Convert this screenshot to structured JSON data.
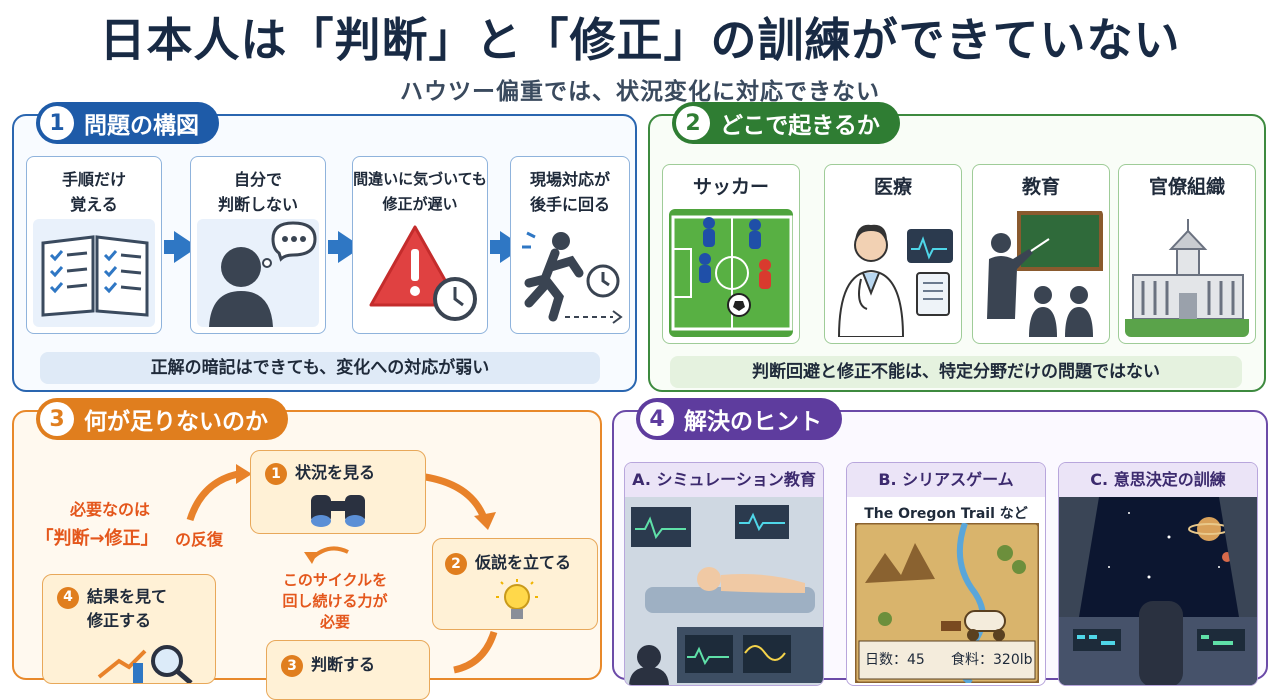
{
  "header": {
    "title": "日本人は「判断」と「修正」の訓練ができていない",
    "subtitle": "ハウツー偏重では、状況変化に対応できない"
  },
  "section1": {
    "number": "1",
    "title": "問題の構図",
    "cards": [
      {
        "label_line1": "手順だけ",
        "label_line2": "覚える",
        "icon": "book-checklist-icon"
      },
      {
        "label_line1": "自分で",
        "label_line2": "判断しない",
        "icon": "thinking-person-icon"
      },
      {
        "label_line1": "間違いに気づいても",
        "label_line2": "修正が遅い",
        "icon": "warning-clock-icon"
      },
      {
        "label_line1": "現場対応が",
        "label_line2": "後手に回る",
        "icon": "running-person-clock-icon"
      }
    ],
    "banner": "正解の暗記はできても、変化への対応が弱い"
  },
  "section2": {
    "number": "2",
    "title": "どこで起きるか",
    "cards": [
      {
        "label": "サッカー",
        "icon": "soccer-field-icon"
      },
      {
        "label": "医療",
        "icon": "doctor-icon"
      },
      {
        "label": "教育",
        "icon": "teacher-blackboard-icon"
      },
      {
        "label": "官僚組織",
        "icon": "government-building-icon"
      }
    ],
    "banner": "判断回避と修正不能は、特定分野だけの問題ではない"
  },
  "section3": {
    "number": "3",
    "title": "何が足りないのか",
    "need_line1": "必要なのは",
    "need_line2": "「判断→修正」",
    "need_line3": "の反復",
    "center_line1": "このサイクルを",
    "center_line2": "回し続ける力が",
    "center_line3": "必要",
    "steps": [
      {
        "num": "1",
        "label": "状況を見る",
        "icon": "binoculars-icon"
      },
      {
        "num": "2",
        "label": "仮説を立てる",
        "icon": "lightbulb-icon"
      },
      {
        "num": "3",
        "label": "判断する",
        "icon": "decision-icon"
      },
      {
        "num": "4",
        "label_line1": "結果を見て",
        "label_line2": "修正する",
        "icon": "chart-magnifier-icon"
      }
    ]
  },
  "section4": {
    "number": "4",
    "title": "解決のヒント",
    "cards": [
      {
        "label": "A. シミュレーション教育",
        "icon": "medical-simulation-icon"
      },
      {
        "label": "B. シリアスゲーム",
        "caption": "The Oregon Trail など",
        "stat1": "日数：45",
        "stat2": "食料：320lb",
        "icon": "oregon-trail-map-icon"
      },
      {
        "label": "C. 意思決定の訓練",
        "icon": "spaceship-cockpit-icon"
      }
    ]
  },
  "colors": {
    "navy": "#182a44",
    "blue": "#1e5ba8",
    "green": "#2f7d33",
    "orange": "#e07e1e",
    "purple": "#5e3c9e",
    "alert_red": "#e04141"
  }
}
